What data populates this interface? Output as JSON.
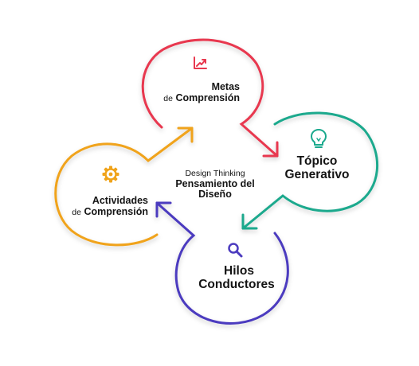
{
  "center": {
    "subtitle": "Design Thinking",
    "title_line1": "Pensamiento del",
    "title_line2": "Diseño"
  },
  "nodes": {
    "metas": {
      "line1": "Metas",
      "line2_prefix": "de",
      "line2_bold": "Comprensión",
      "color": "#e8394f",
      "icon": "chart-trend-icon"
    },
    "topico": {
      "line1": "Tópico",
      "line2": "Generativo",
      "color": "#1aa98d",
      "icon": "lightbulb-icon"
    },
    "hilos": {
      "line1": "Hilos",
      "line2": "Conductores",
      "color": "#4c3bbf",
      "icon": "search-icon"
    },
    "actividades": {
      "line1": "Actividades",
      "line2_prefix": "de",
      "line2_bold": "Comprensión",
      "color": "#f0a31a",
      "icon": "gear-icon"
    }
  }
}
